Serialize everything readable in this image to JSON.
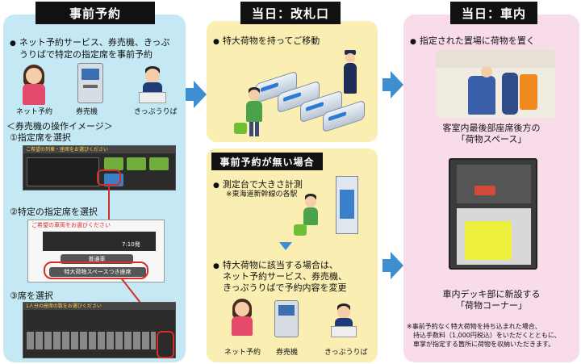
{
  "left_panel": {
    "title": "事前予約",
    "intro_line1": "ネット予約サービス、券売機、きっぷ",
    "intro_line2": "うりばで特定の指定席を事前予約",
    "channels": [
      "ネット予約",
      "券売機",
      "きっぷうりば"
    ],
    "operation_title": "＜券売機の操作イメージ＞",
    "steps": [
      "①指定席を選択",
      "②特定の指定席を選択",
      "③席を選択"
    ],
    "screen1_text": "ご希望の列車・座席をお選びください",
    "screen2_text": "ご希望の車両をお選びください",
    "screen2_button1": "普通車",
    "screen2_button2": "特大荷物スペースつき座席",
    "screen2_time": "7:10発",
    "screen3_text": "1人分の座席の数をお選びください"
  },
  "gate_panel": {
    "title": "当日：改札口",
    "line1": "特大荷物を持ってご移動"
  },
  "no_reservation_panel": {
    "title": "事前予約が無い場合",
    "measure_line": "測定台で大きさ計測",
    "measure_sub": "※東海道新幹線の各駅",
    "change_line1": "特大荷物に該当する場合は、",
    "change_line2": "ネット予約サービス、券売機、",
    "change_line3": "きっぷうりばで予約内容を変更",
    "channels": [
      "ネット予約",
      "券売機",
      "きっぷうりば"
    ]
  },
  "car_panel": {
    "title": "当日：車内",
    "line1": "指定された置場に荷物を置く",
    "caption1_line1": "客室内最後部座席後方の",
    "caption1_line2": "「荷物スペース」",
    "caption2_line1": "車内デッキ部に新設する",
    "caption2_line2": "「荷物コーナー」",
    "note_line1": "※事前予約なく特大荷物を持ち込まれた場合、",
    "note_line2": "持込手数料（1,000円税込）をいただくとともに、",
    "note_line3": "車掌が指定する箇所に荷物を収納いただきます。"
  },
  "colors": {
    "blue_panel": "#c4e9f4",
    "yellow_panel": "#fbeeb2",
    "pink_panel": "#f8dcea",
    "arrow": "#3e8fd1",
    "highlight": "#d62c2c"
  }
}
